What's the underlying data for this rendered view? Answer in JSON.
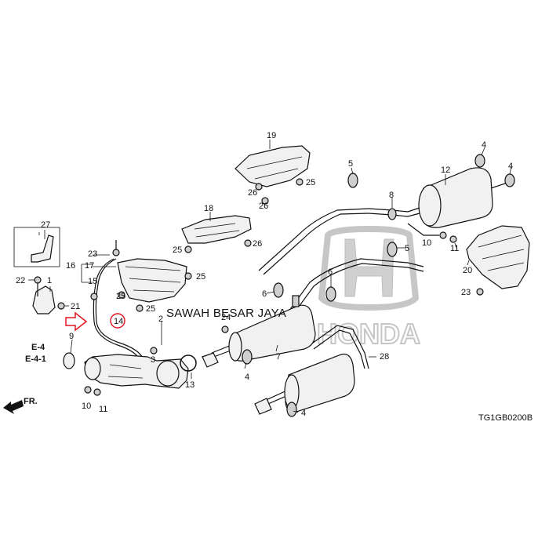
{
  "diagram": {
    "code": "TG1GB0200B",
    "direction_label": "FR.",
    "ref_labels": [
      "E-4",
      "E-4-1"
    ],
    "watermark": "SAWAH BESAR JAYA",
    "brand": "HONDA",
    "highlighted_part": "14",
    "part_labels": {
      "p1": "1",
      "p2": "2",
      "p3": "3",
      "p4a": "4",
      "p4b": "4",
      "p4c": "4",
      "p4d": "4",
      "p5a": "5",
      "p5b": "5",
      "p6a": "6",
      "p6b": "6",
      "p7": "7",
      "p8": "8",
      "p9": "9",
      "p10a": "10",
      "p10b": "10",
      "p11a": "11",
      "p11b": "11",
      "p12": "12",
      "p13": "13",
      "p15": "15",
      "p16": "16",
      "p17": "17",
      "p18": "18",
      "p19": "19",
      "p20": "20",
      "p21": "21",
      "p22": "22",
      "p23a": "23",
      "p23b": "23",
      "p24": "24",
      "p25a": "25",
      "p25b": "25",
      "p25c": "25",
      "p25d": "25",
      "p25e": "25",
      "p26a": "26",
      "p26b": "26",
      "p26c": "26",
      "p27": "27",
      "p28": "28"
    }
  },
  "colors": {
    "highlight": "#e0141e",
    "line": "#111111",
    "watermark_gray": "#9a9a9a"
  }
}
